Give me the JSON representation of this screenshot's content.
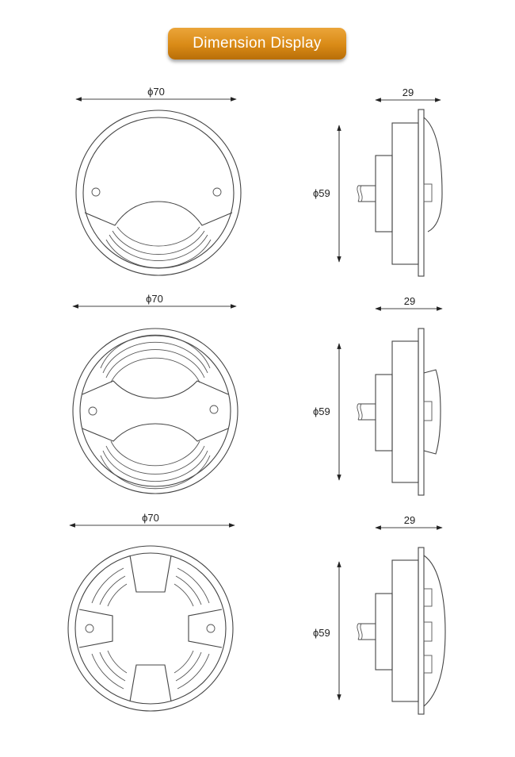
{
  "header": {
    "title": "Dimension Display"
  },
  "views": [
    {
      "variant": "one-way",
      "front_diameter_label": "ϕ70",
      "side_diameter_label": "ϕ59",
      "depth_label": "29"
    },
    {
      "variant": "two-way",
      "front_diameter_label": "ϕ70",
      "side_diameter_label": "ϕ59",
      "depth_label": "29"
    },
    {
      "variant": "four-way",
      "front_diameter_label": "ϕ70",
      "side_diameter_label": "ϕ59",
      "depth_label": "29"
    }
  ],
  "colors": {
    "banner": "#d98a16",
    "line": "#444444"
  }
}
